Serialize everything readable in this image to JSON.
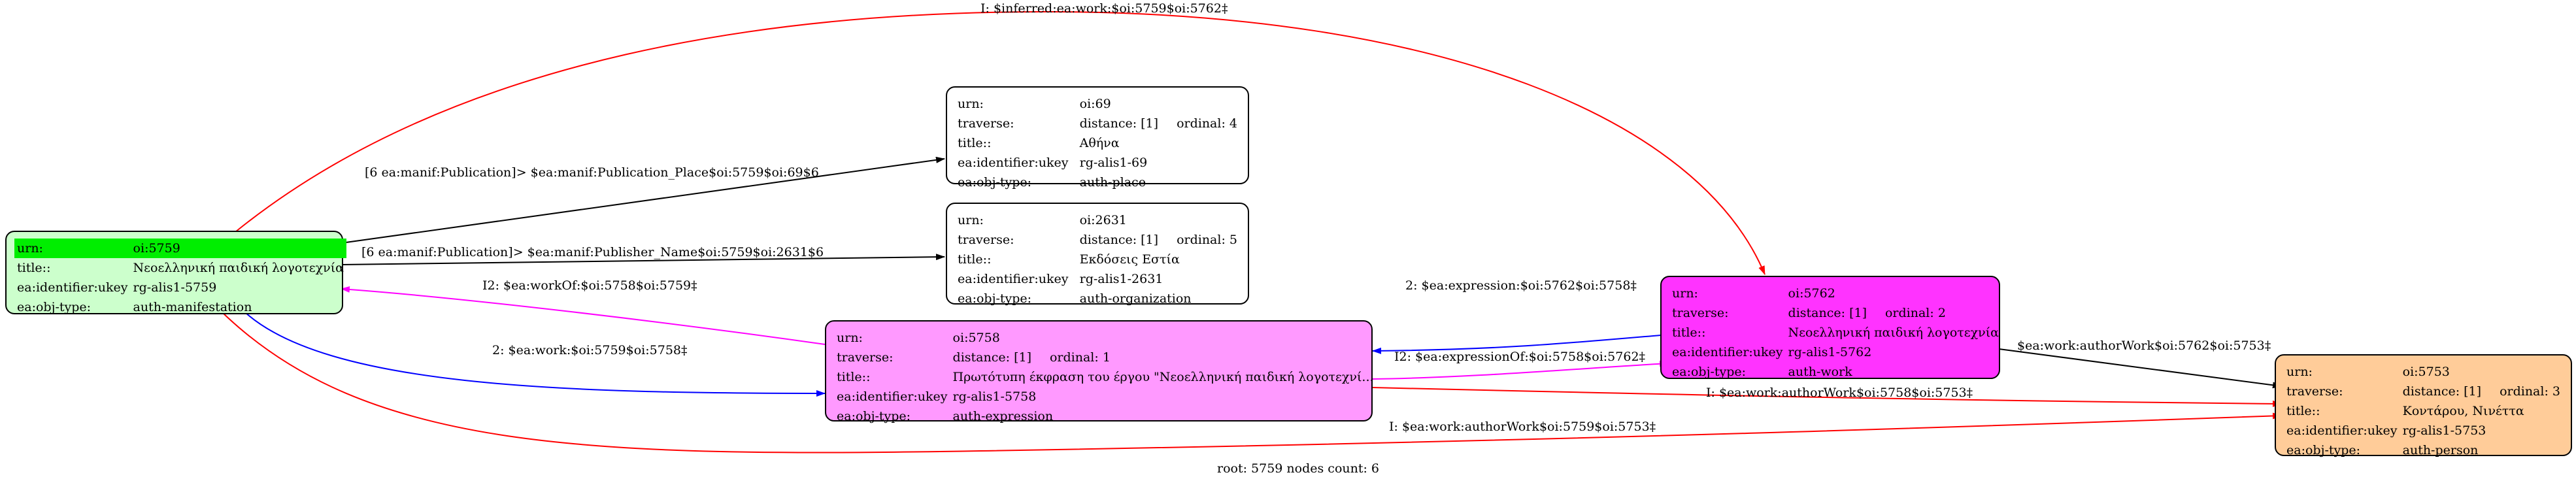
{
  "colors": {
    "manifestation": "#ccffcc",
    "expression": "#ff99ff",
    "work": "#ff33ff",
    "person": "#ffcc99",
    "place": "#ffffff",
    "organization": "#ffffff",
    "highlight": "#00ee00",
    "edge_black": "#000000",
    "edge_red": "#ff0000",
    "edge_blue": "#0000ff",
    "edge_magenta": "#ff00ff"
  },
  "nodes": {
    "n5759": {
      "urn_key": "urn:",
      "urn": "oi:5759",
      "title_key": "title::",
      "title": "Νεοελληνική παιδική λογοτεχνία",
      "ukey_key": "ea:identifier:ukey",
      "ukey": "rg-alis1-5759",
      "type_key": "ea:obj-type:",
      "type": "auth-manifestation"
    },
    "n69": {
      "urn_key": "urn:",
      "urn": "oi:69",
      "traverse_key": "traverse:",
      "distance": "distance: [1]",
      "ordinal": "ordinal: 4",
      "title_key": "title::",
      "title": "Αθήνα",
      "ukey_key": "ea:identifier:ukey",
      "ukey": "rg-alis1-69",
      "type_key": "ea:obj-type:",
      "type": "auth-place"
    },
    "n2631": {
      "urn_key": "urn:",
      "urn": "oi:2631",
      "traverse_key": "traverse:",
      "distance": "distance: [1]",
      "ordinal": "ordinal: 5",
      "title_key": "title::",
      "title": "Εκδόσεις Εστία",
      "ukey_key": "ea:identifier:ukey",
      "ukey": "rg-alis1-2631",
      "type_key": "ea:obj-type:",
      "type": "auth-organization"
    },
    "n5758": {
      "urn_key": "urn:",
      "urn": "oi:5758",
      "traverse_key": "traverse:",
      "distance": "distance: [1]",
      "ordinal": "ordinal: 1",
      "title_key": "title::",
      "title": "Πρωτότυπη έκφραση του έργου \"Νεοελληνική παιδική λογοτεχνί...",
      "ukey_key": "ea:identifier:ukey",
      "ukey": "rg-alis1-5758",
      "type_key": "ea:obj-type:",
      "type": "auth-expression"
    },
    "n5762": {
      "urn_key": "urn:",
      "urn": "oi:5762",
      "traverse_key": "traverse:",
      "distance": "distance: [1]",
      "ordinal": "ordinal: 2",
      "title_key": "title::",
      "title": "Νεοελληνική παιδική λογοτεχνία",
      "ukey_key": "ea:identifier:ukey",
      "ukey": "rg-alis1-5762",
      "type_key": "ea:obj-type:",
      "type": "auth-work"
    },
    "n5753": {
      "urn_key": "urn:",
      "urn": "oi:5753",
      "traverse_key": "traverse:",
      "distance": "distance: [1]",
      "ordinal": "ordinal: 3",
      "title_key": "title::",
      "title": "Κοντάρου, Νινέττα",
      "ukey_key": "ea:identifier:ukey",
      "ukey": "rg-alis1-5753",
      "type_key": "ea:obj-type:",
      "type": "auth-person"
    }
  },
  "edges": {
    "inferred": "I: $inferred:ea:work:$oi:5759$oi:5762‡",
    "place": "[6 ea:manif:Publication]> $ea:manif:Publication_Place$oi:5759$oi:69$6",
    "publisher": "[6 ea:manif:Publication]> $ea:manif:Publisher_Name$oi:5759$oi:2631$6",
    "workOf": "I2: $ea:workOf:$oi:5758$oi:5759‡",
    "work": "2: $ea:work:$oi:5759$oi:5758‡",
    "expression": "2: $ea:expression:$oi:5762$oi:5758‡",
    "expressionOf": "I2: $ea:expressionOf:$oi:5758$oi:5762‡",
    "authorWork_5762": "$ea:work:authorWork$oi:5762$oi:5753‡",
    "authorWork_5758": "I: $ea:work:authorWork$oi:5758$oi:5753‡",
    "authorWork_5759": "I: $ea:work:authorWork$oi:5759$oi:5753‡"
  },
  "footer": "root: 5759 nodes count: 6"
}
